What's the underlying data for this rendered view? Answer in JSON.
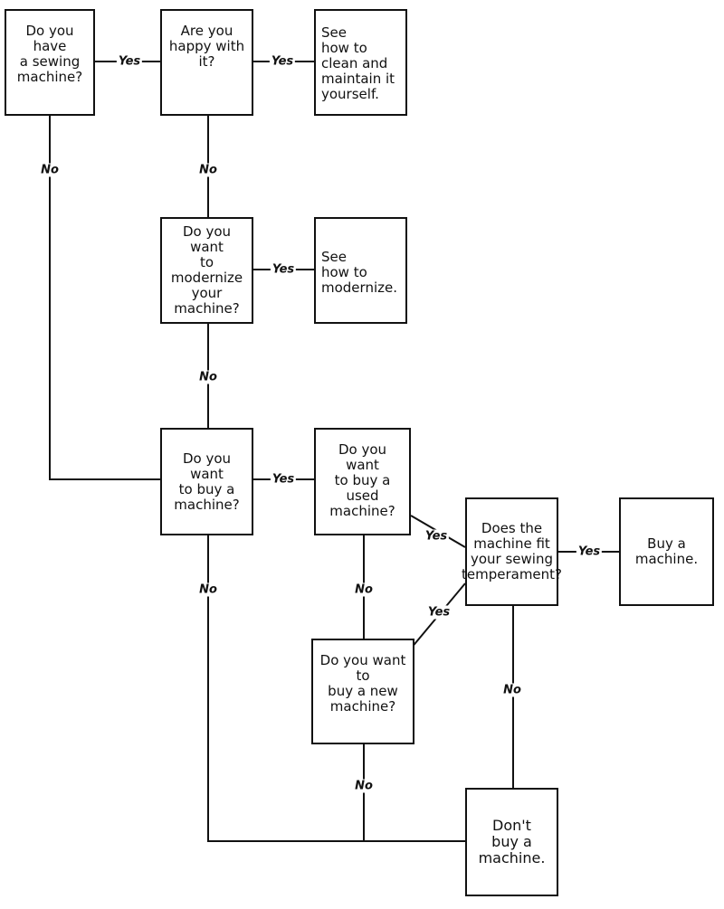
{
  "boxes": {
    "have_machine": "Do you have\na sewing\nmachine?",
    "happy": "Are you\nhappy with it?",
    "clean": "See\n     how to\nclean and\nmaintain it\nyourself.",
    "modernize_q": "Do you want\nto modernize\nyour\nmachine?",
    "modernize_see": "See\n       how to\nmodernize.",
    "buy_q": "Do you want\nto buy a\nmachine?",
    "used_q": "Do you want\nto buy a used\nmachine?",
    "fit_q": "Does the\nmachine fit\nyour sewing\ntemperament?",
    "buy": "Buy a\nmachine.",
    "new_q": "Do you want to\nbuy a new\nmachine?",
    "dont": "Don't\nbuy a\nmachine."
  },
  "labels": {
    "yes": "Yes",
    "no": "No"
  }
}
